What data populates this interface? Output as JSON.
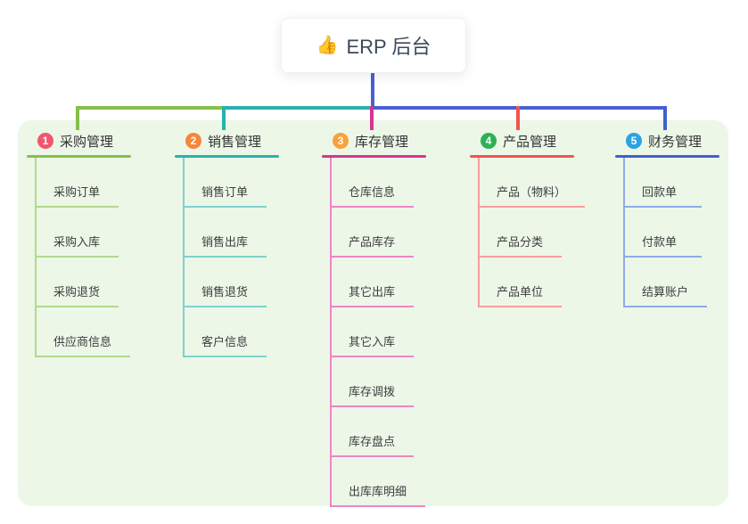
{
  "root": {
    "icon": "👍",
    "label": "ERP 后台"
  },
  "colors": {
    "panel_background": "#ecf7e8",
    "trunk_line": "#4a60d1",
    "root_text": "#3c4858",
    "title_text": "#333333",
    "child_text": "#3d3d3d"
  },
  "branches": [
    {
      "num": "1",
      "title": "采购管理",
      "line_color": "#85c04a",
      "line_light": "#b3d98c",
      "badge_color": "#f2566e",
      "children": [
        "采购订单",
        "采购入库",
        "采购退货",
        "供应商信息"
      ]
    },
    {
      "num": "2",
      "title": "销售管理",
      "line_color": "#27b3ab",
      "line_light": "#7fd2cb",
      "badge_color": "#f6863b",
      "children": [
        "销售订单",
        "销售出库",
        "销售退货",
        "客户信息"
      ]
    },
    {
      "num": "3",
      "title": "库存管理",
      "line_color": "#d8348f",
      "line_light": "#ee86c4",
      "badge_color": "#f9a13c",
      "children": [
        "仓库信息",
        "产品库存",
        "其它出库",
        "其它入库",
        "库存调拨",
        "库存盘点",
        "出库库明细"
      ]
    },
    {
      "num": "4",
      "title": "产品管理",
      "line_color": "#f2544e",
      "line_light": "#f79e9b",
      "badge_color": "#2db157",
      "children": [
        "产品（物料）",
        "产品分类",
        "产品单位"
      ]
    },
    {
      "num": "5",
      "title": "财务管理",
      "line_color": "#4060d0",
      "line_light": "#8fabe8",
      "badge_color": "#29a3e3",
      "children": [
        "回款单",
        "付款单",
        "结算账户"
      ]
    }
  ]
}
